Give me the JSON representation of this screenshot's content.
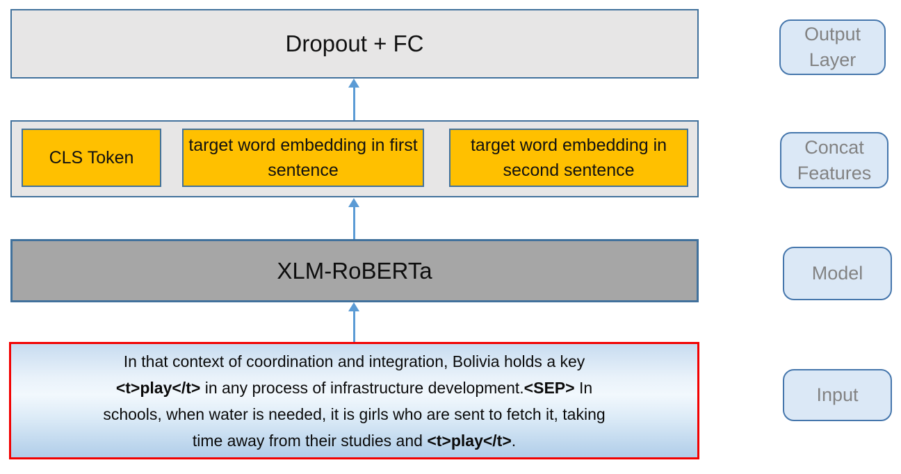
{
  "layers": {
    "output": {
      "label": "Dropout + FC"
    },
    "concat": {
      "items": [
        {
          "label": "CLS Token"
        },
        {
          "label": "target word embedding in first sentence"
        },
        {
          "label": "target word embedding in second sentence"
        }
      ]
    },
    "model": {
      "label": "XLM-RoBERTa"
    },
    "input": {
      "lines": [
        [
          {
            "t": "In that context of coordination and integration, Bolivia holds a key",
            "b": false
          }
        ],
        [
          {
            "t": "<t>play</t>",
            "b": true
          },
          {
            "t": " in any process of infrastructure development.",
            "b": false
          },
          {
            "t": "<SEP>",
            "b": true
          },
          {
            "t": " In",
            "b": false
          }
        ],
        [
          {
            "t": "schools, when water is needed, it is girls who are sent to fetch it, taking",
            "b": false
          }
        ],
        [
          {
            "t": "time away from their studies and ",
            "b": false
          },
          {
            "t": "<t>play</t>",
            "b": true
          },
          {
            "t": ".",
            "b": false
          }
        ]
      ]
    }
  },
  "side_labels": [
    {
      "label": "Output Layer"
    },
    {
      "label": "Concat Features"
    },
    {
      "label": "Model"
    },
    {
      "label": "Input"
    }
  ],
  "colors": {
    "box_border": "#41719c",
    "panel_fill": "#e7e6e6",
    "token_fill": "#ffc000",
    "model_fill": "#a6a6a6",
    "arrow": "#5b9bd5",
    "input_border": "#f20000",
    "input_fill_top": "#c8dcf0",
    "input_fill_mid": "#f2f8fd",
    "input_fill_bottom": "#b2cde9",
    "label_fill": "#dbe8f6",
    "label_border": "#4576ac",
    "label_text": "#828282"
  }
}
